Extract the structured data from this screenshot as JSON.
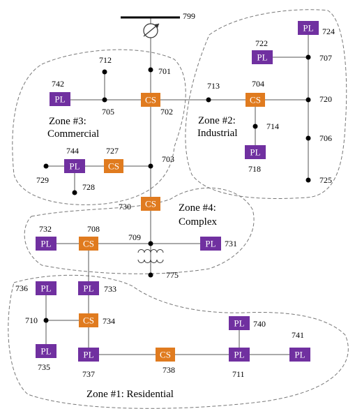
{
  "substation": {
    "label": "799"
  },
  "zones": [
    {
      "id": "z1",
      "line1": "Zone #1: Residential",
      "line2": ""
    },
    {
      "id": "z2",
      "line1": "Zone #2:",
      "line2": "Industrial"
    },
    {
      "id": "z3",
      "line1": "Zone #3:",
      "line2": "Commercial"
    },
    {
      "id": "z4",
      "line1": "Zone #4:",
      "line2": "Complex"
    }
  ],
  "box_labels": {
    "pl": "PL",
    "cs": "CS"
  },
  "node_labels": {
    "n701": "701",
    "n702": "702",
    "n703": "703",
    "n704": "704",
    "n705": "705",
    "n706": "706",
    "n707": "707",
    "n708": "708",
    "n709": "709",
    "n710": "710",
    "n711": "711",
    "n712": "712",
    "n713": "713",
    "n714": "714",
    "n718": "718",
    "n720": "720",
    "n722": "722",
    "n724": "724",
    "n725": "725",
    "n727": "727",
    "n728": "728",
    "n729": "729",
    "n730": "730",
    "n731": "731",
    "n732": "732",
    "n733": "733",
    "n734": "734",
    "n735": "735",
    "n736": "736",
    "n737": "737",
    "n738": "738",
    "n740": "740",
    "n741": "741",
    "n742": "742",
    "n744": "744",
    "n775": "775"
  }
}
